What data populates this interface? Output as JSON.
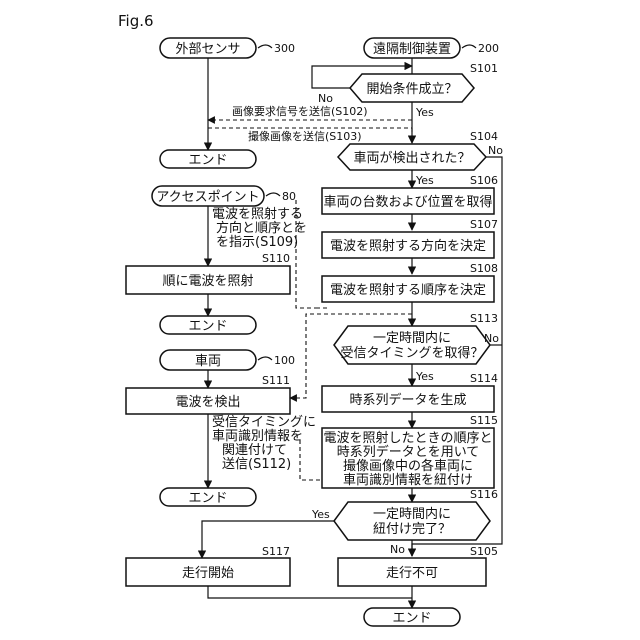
{
  "figure_label": "Fig.6",
  "external_sensor": {
    "title": "外部センサ",
    "ref": "300",
    "end": "エンド"
  },
  "remote_control": {
    "title": "遠隔制御装置",
    "ref": "200"
  },
  "access_point": {
    "title": "アクセスポイント",
    "ref": "80",
    "note": [
      "電波を照射する",
      "方向と順序とを",
      "を指示(S109)"
    ],
    "s110_id": "S110",
    "s110": "順に電波を照射",
    "end": "エンド"
  },
  "vehicle": {
    "title": "車両",
    "ref": "100",
    "s111_id": "S111",
    "s111": "電波を検出",
    "note": [
      "受信タイミングに",
      "車両識別情報を",
      "関連付けて",
      "送信(S112)"
    ],
    "end": "エンド"
  },
  "signals": {
    "s102": "画像要求信号を送信(S102)",
    "s103": "撮像画像を送信(S103)"
  },
  "steps": {
    "s101_id": "S101",
    "s101": "開始条件成立？",
    "s104_id": "S104",
    "s104": "車両が検出された？",
    "s106_id": "S106",
    "s106": "車両の台数および位置を取得",
    "s107_id": "S107",
    "s107": "電波を照射する方向を決定",
    "s108_id": "S108",
    "s108": "電波を照射する順序を決定",
    "s113_id": "S113",
    "s113": [
      "一定時間内に",
      "受信タイミングを取得？"
    ],
    "s114_id": "S114",
    "s114": "時系列データを生成",
    "s115_id": "S115",
    "s115": [
      "電波を照射したときの順序と",
      "時系列データとを用いて",
      "撮像画像中の各車両に",
      "車両識別情報を紐付け"
    ],
    "s116_id": "S116",
    "s116": [
      "一定時間内に",
      "紐付け完了？"
    ],
    "s117_id": "S117",
    "s117": "走行開始",
    "s105_id": "S105",
    "s105": "走行不可",
    "end": "エンド"
  },
  "branch_labels": {
    "yes": "Yes",
    "no": "No"
  }
}
